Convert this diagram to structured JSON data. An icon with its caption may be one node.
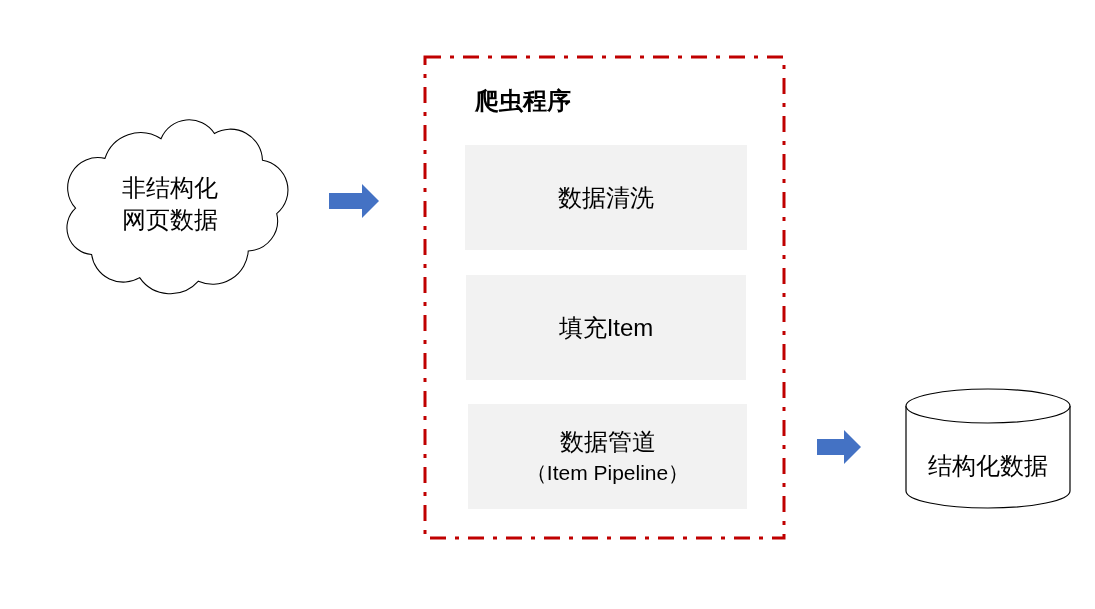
{
  "diagram": {
    "nodes": [
      {
        "text": [
          "非结构化网页数据"
        ]
      },
      {
        "text": [
          "爬虫程序"
        ]
      },
      {
        "text": [
          "数据清洗"
        ],
        "in": 1
      },
      {
        "text": [
          "填充Item"
        ],
        "in": 1
      },
      {
        "text": [
          "数据管道",
          "（Item Pipeline）"
        ],
        "in": 1
      },
      {
        "text": [
          "结构化数据"
        ]
      }
    ],
    "edges": [
      {
        "from": 0,
        "to": 1,
        "arrow": "to",
        "style": "thick"
      },
      {
        "from": 1,
        "to": 5,
        "arrow": "to",
        "style": "thick"
      }
    ]
  }
}
